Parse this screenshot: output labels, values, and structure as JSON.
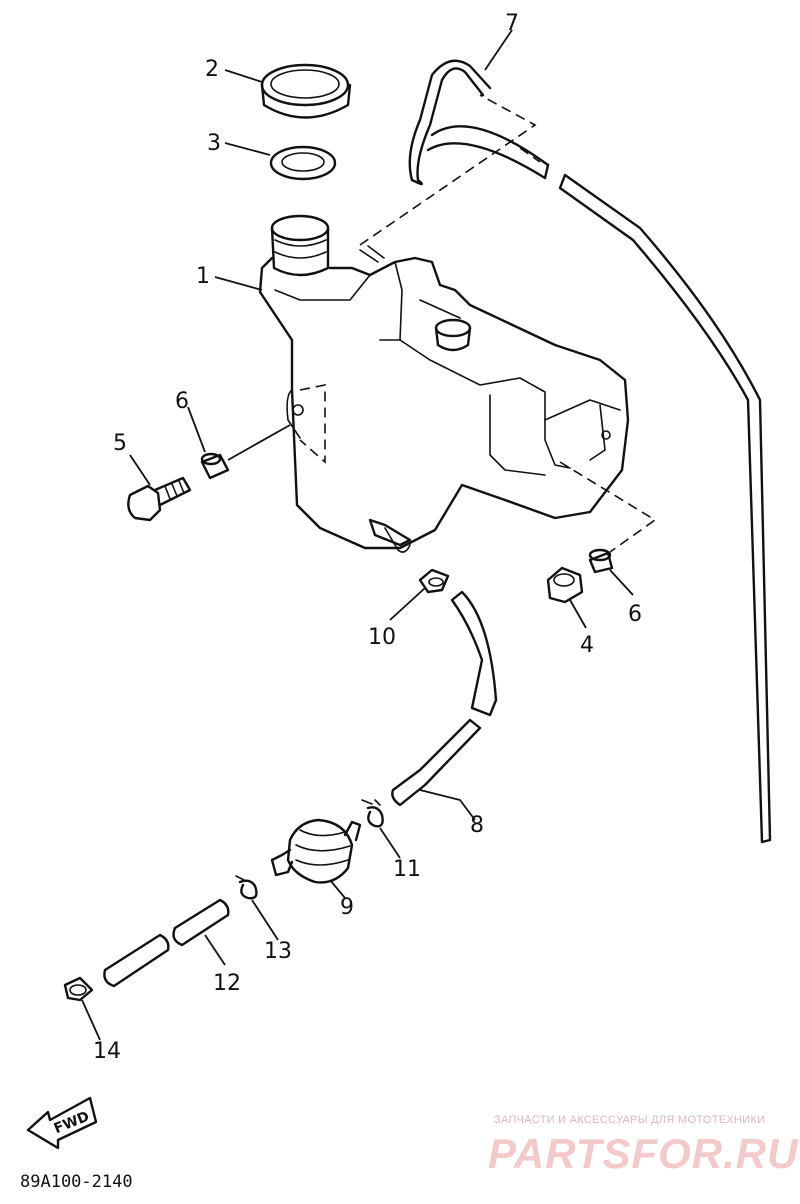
{
  "diagram": {
    "callouts": [
      "1",
      "2",
      "3",
      "4",
      "5",
      "6",
      "6",
      "7",
      "8",
      "9",
      "10",
      "11",
      "12",
      "13",
      "14"
    ],
    "arrow_label": "FWD",
    "drawing_code": "89A100-2140"
  },
  "watermark": {
    "tagline": "ЗАПЧАСТИ И АКСЕССУАРЫ ДЛЯ МОТОТЕХНИКИ",
    "brand": "PARTSFOR.RU"
  }
}
